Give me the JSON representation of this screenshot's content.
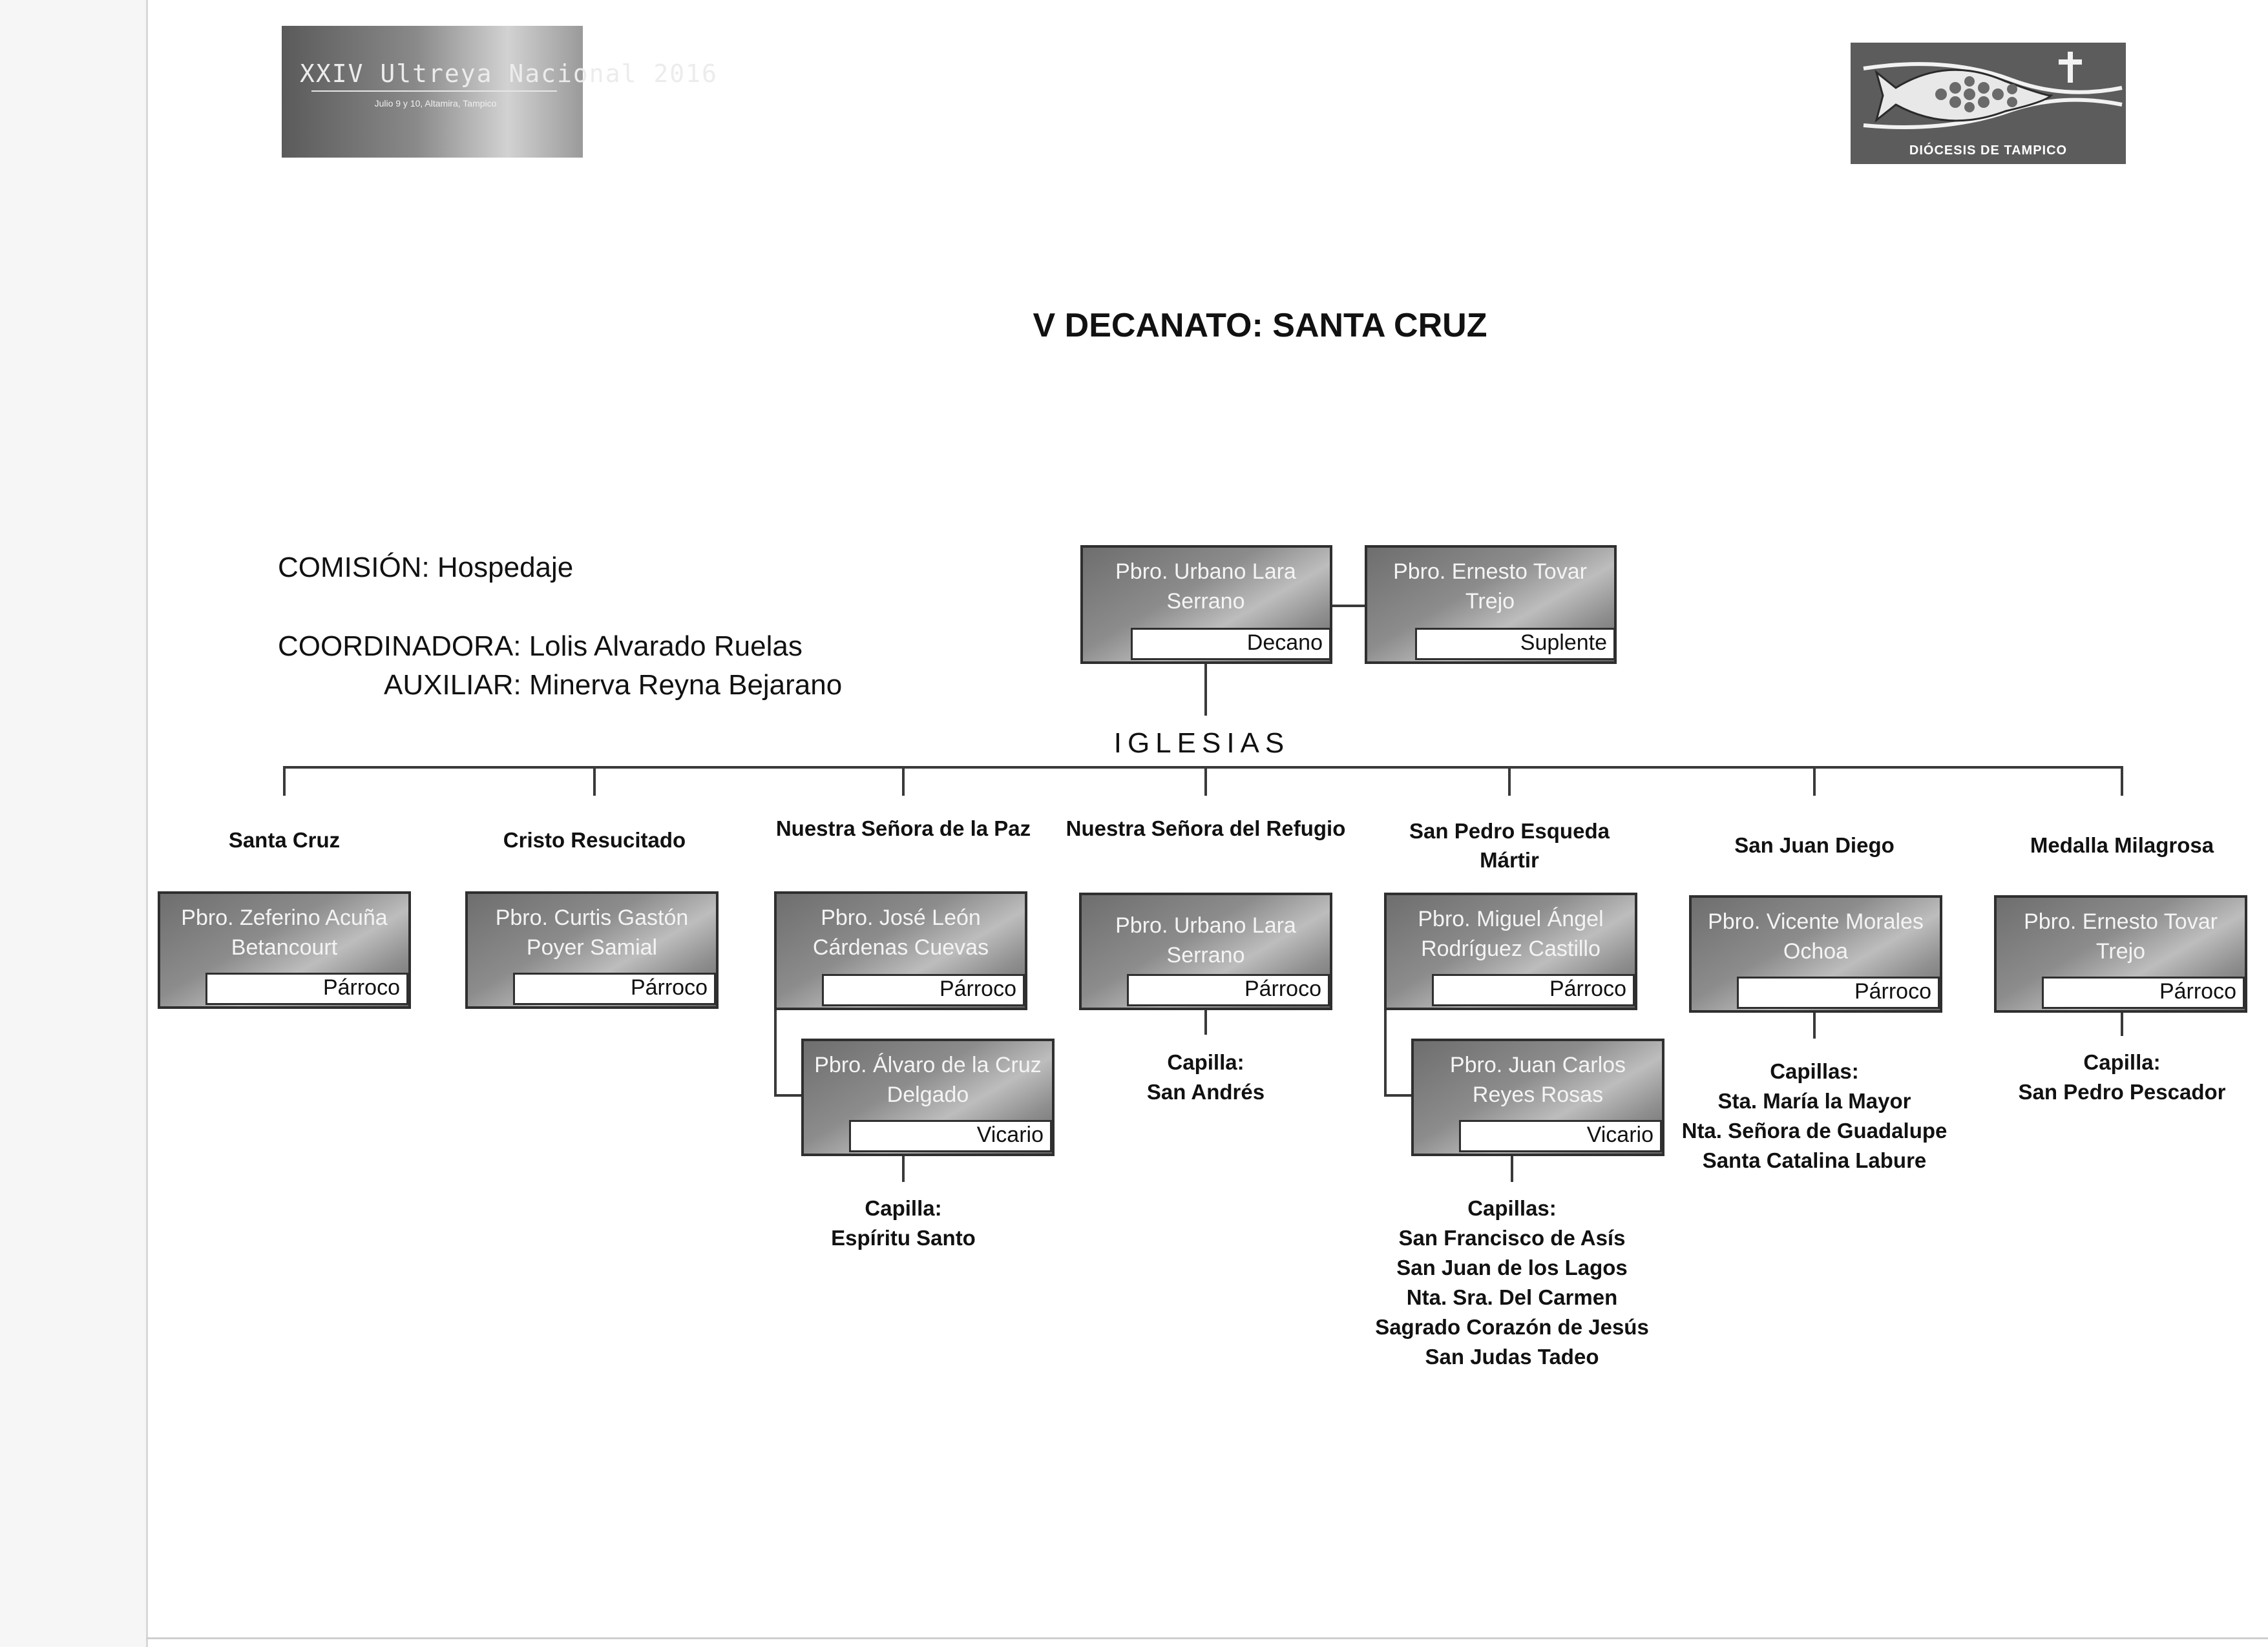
{
  "logos": {
    "left": {
      "title": "XXIV Ultreya Nacional 2016",
      "subtitle": "Julio 9 y 10, Altamira, Tampico"
    },
    "right": {
      "text": "DIÓCESIS DE TAMPICO"
    }
  },
  "title": "V DECANATO: SANTA CRUZ",
  "info": {
    "comision": "COMISIÓN: Hospedaje",
    "coordinadora": "COORDINADORA: Lolis Alvarado Ruelas",
    "auxiliar": "AUXILIAR: Minerva Reyna Bejarano"
  },
  "top_nodes": [
    {
      "name": "Pbro. Urbano Lara Serrano",
      "role": "Decano"
    },
    {
      "name": "Pbro. Ernesto Tovar Trejo",
      "role": "Suplente"
    }
  ],
  "iglesias_label": "IGLESIAS",
  "churches": [
    {
      "name": "Santa Cruz",
      "parroco": "Pbro. Zeferino Acuña Betancourt",
      "parroco_role": "Párroco"
    },
    {
      "name": "Cristo Resucitado",
      "parroco": "Pbro. Curtis Gastón Poyer Samial",
      "parroco_role": "Párroco"
    },
    {
      "name": "Nuestra Señora de la Paz",
      "parroco": "Pbro. José León Cárdenas Cuevas",
      "parroco_role": "Párroco",
      "vicario": "Pbro. Álvaro de la Cruz Delgado",
      "vicario_role": "Vicario",
      "capillas_label": "Capilla:",
      "capillas": [
        "Espíritu Santo"
      ]
    },
    {
      "name": "Nuestra Señora del Refugio",
      "parroco": "Pbro. Urbano Lara Serrano",
      "parroco_role": "Párroco",
      "capillas_label": "Capilla:",
      "capillas": [
        "San Andrés"
      ]
    },
    {
      "name": "San Pedro Esqueda Mártir",
      "parroco": "Pbro. Miguel Ángel Rodríguez Castillo",
      "parroco_role": "Párroco",
      "vicario": "Pbro. Juan Carlos Reyes Rosas",
      "vicario_role": "Vicario",
      "capillas_label": "Capillas:",
      "capillas": [
        "San Francisco de Asís",
        "San Juan de los Lagos",
        "Nta. Sra. Del Carmen",
        "Sagrado Corazón de Jesús",
        "San Judas Tadeo"
      ]
    },
    {
      "name": "San Juan Diego",
      "parroco": "Pbro. Vicente Morales Ochoa",
      "parroco_role": "Párroco",
      "capillas_label": "Capillas:",
      "capillas": [
        "Sta. María la Mayor",
        "Nta. Señora de Guadalupe",
        "Santa Catalina Labure"
      ]
    },
    {
      "name": "Medalla Milagrosa",
      "parroco": "Pbro. Ernesto Tovar Trejo",
      "parroco_role": "Párroco",
      "capillas_label": "Capilla:",
      "capillas": [
        "San Pedro Pescador"
      ]
    }
  ]
}
